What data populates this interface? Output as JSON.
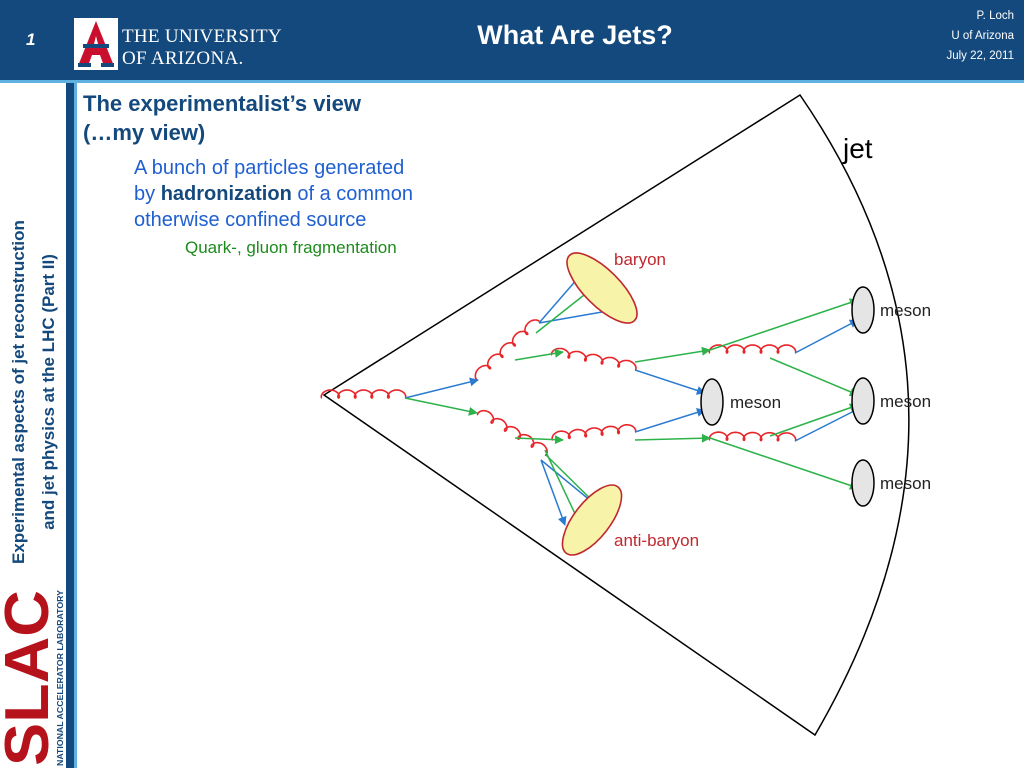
{
  "header": {
    "slide_number": "1",
    "university_line1": "THE UNIVERSITY",
    "university_line2": "OF ARIZONA.",
    "title": "What Are Jets?",
    "author": "P. Loch",
    "affiliation": "U of Arizona",
    "date": "July 22, 2011"
  },
  "sidebar": {
    "line1": "Experimental aspects of jet reconstruction",
    "line2": "and jet physics at the LHC (Part II)",
    "logo_letters": "SLAC",
    "logo_caption": "NATIONAL ACCELERATOR LABORATORY"
  },
  "content": {
    "heading_line1": "The experimentalist’s view",
    "heading_line2": "(…my view)",
    "bullet_line1": "A bunch of particles generated",
    "bullet_line2_pre": "by ",
    "bullet_line2_bold": "hadronization",
    "bullet_line2_post": " of a common",
    "bullet_line3": "otherwise confined source",
    "sub_bullet": "Quark-, gluon fragmentation"
  },
  "diagram": {
    "jet_label": "jet",
    "baryon_label": "baryon",
    "antibaryon_label": "anti-baryon",
    "meson_labels": [
      "meson",
      "meson",
      "meson",
      "meson"
    ],
    "colors": {
      "gluon": "#e8262a",
      "quark": "#2a7bd0",
      "hadron_line": "#2db24a",
      "baryon_fill": "#f7f3a8",
      "meson_fill": "#e5e5e5"
    }
  }
}
